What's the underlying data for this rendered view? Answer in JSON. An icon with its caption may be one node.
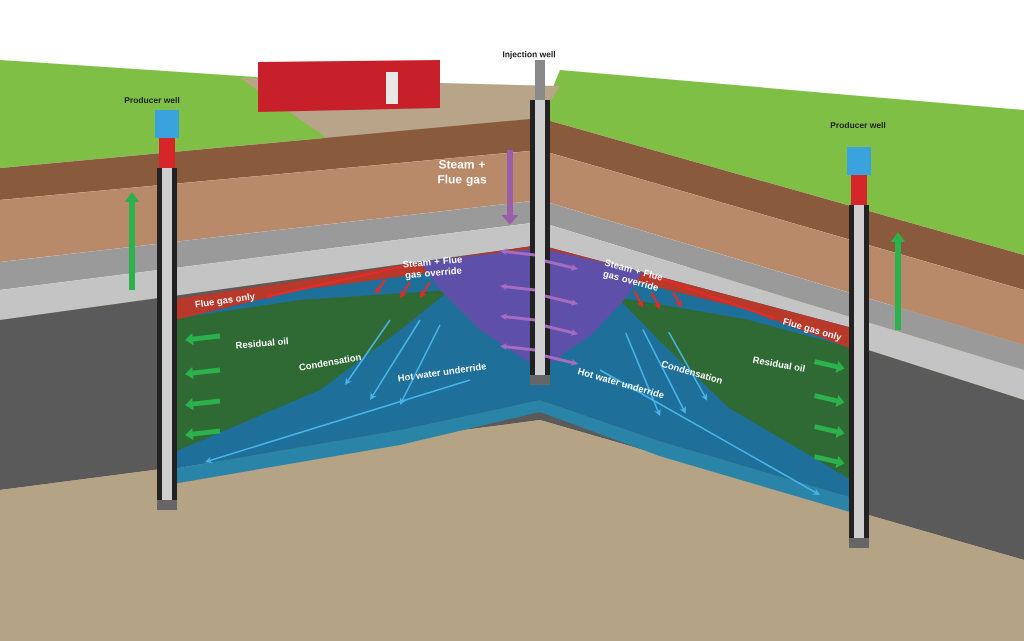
{
  "diagram": {
    "labels": [
      "Injection well",
      "Producer well",
      "Producer well",
      "Steam + Flue gas",
      "Steam + Flue gas override",
      "Steam + Flue gas override",
      "Flue gas only",
      "Flue gas only",
      "Residual oil",
      "Residual oil",
      "Condensation",
      "Condensation",
      "Hot water underride",
      "Hot water underride"
    ]
  }
}
